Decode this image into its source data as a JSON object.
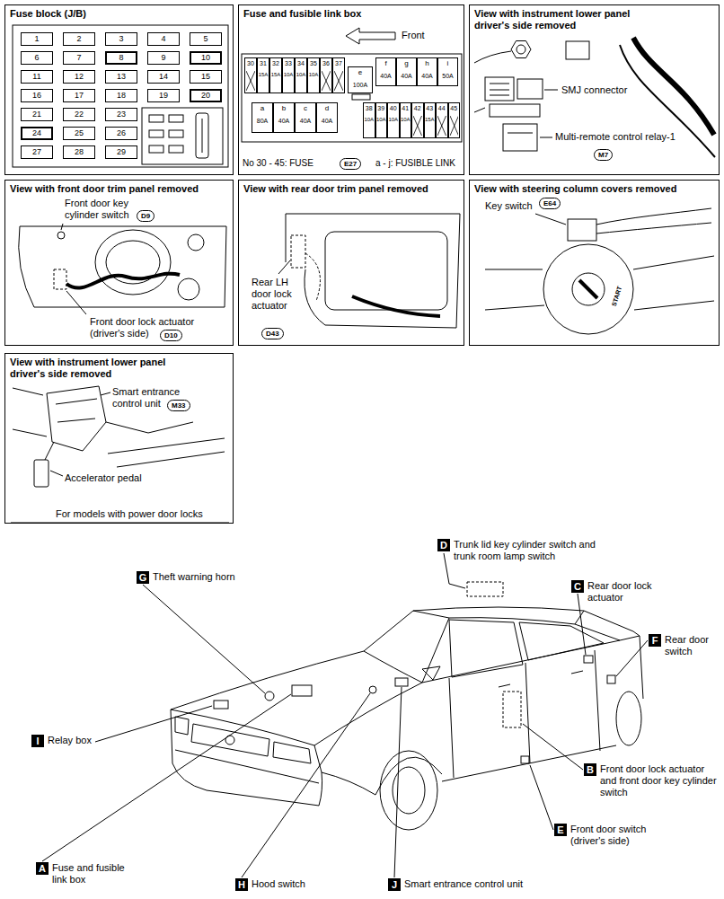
{
  "diagram": {
    "nodes": [
      {
        "text": [
          "Fuse block (J/B)"
        ]
      },
      {
        "text": [
          "1"
        ],
        "in": 0
      },
      {
        "text": [
          "2"
        ],
        "in": 0
      },
      {
        "text": [
          "3"
        ],
        "in": 0
      },
      {
        "text": [
          "4"
        ],
        "in": 0
      },
      {
        "text": [
          "5"
        ],
        "in": 0
      },
      {
        "text": [
          "6"
        ],
        "in": 0
      },
      {
        "text": [
          "7"
        ],
        "in": 0
      },
      {
        "text": [
          "8"
        ],
        "in": 0
      },
      {
        "text": [
          "9"
        ],
        "in": 0
      },
      {
        "text": [
          "10"
        ],
        "in": 0
      },
      {
        "text": [
          "11"
        ],
        "in": 0
      },
      {
        "text": [
          "12"
        ],
        "in": 0
      },
      {
        "text": [
          "13"
        ],
        "in": 0
      },
      {
        "text": [
          "14"
        ],
        "in": 0
      },
      {
        "text": [
          "15"
        ],
        "in": 0
      },
      {
        "text": [
          "16"
        ],
        "in": 0
      },
      {
        "text": [
          "17"
        ],
        "in": 0
      },
      {
        "text": [
          "18"
        ],
        "in": 0
      },
      {
        "text": [
          "19"
        ],
        "in": 0
      },
      {
        "text": [
          "20"
        ],
        "in": 0
      },
      {
        "text": [
          "21"
        ],
        "in": 0
      },
      {
        "text": [
          "22"
        ],
        "in": 0
      },
      {
        "text": [
          "23"
        ],
        "in": 0
      },
      {
        "text": [
          "24"
        ],
        "in": 0
      },
      {
        "text": [
          "25"
        ],
        "in": 0
      },
      {
        "text": [
          "26"
        ],
        "in": 0
      },
      {
        "text": [
          "27"
        ],
        "in": 0
      },
      {
        "text": [
          "28"
        ],
        "in": 0
      },
      {
        "text": [
          "29"
        ],
        "in": 0
      },
      {
        "text": [
          "Fuse and fusible link box"
        ]
      },
      {
        "text": [
          "30"
        ],
        "in": 30
      },
      {
        "text": [
          "31",
          "15A"
        ],
        "in": 30
      },
      {
        "text": [
          "32",
          "15A"
        ],
        "in": 30
      },
      {
        "text": [
          "33",
          "10A"
        ],
        "in": 30
      },
      {
        "text": [
          "34",
          "10A"
        ],
        "in": 30
      },
      {
        "text": [
          "35",
          "10A"
        ],
        "in": 30
      },
      {
        "text": [
          "36"
        ],
        "in": 30
      },
      {
        "text": [
          "37"
        ],
        "in": 30
      },
      {
        "text": [
          "e",
          "100A"
        ],
        "in": 30
      },
      {
        "text": [
          "f",
          "40A"
        ],
        "in": 30
      },
      {
        "text": [
          "g",
          "40A"
        ],
        "in": 30
      },
      {
        "text": [
          "h",
          "40A"
        ],
        "in": 30
      },
      {
        "text": [
          "i",
          "50A"
        ],
        "in": 30
      },
      {
        "text": [
          "a",
          "80A"
        ],
        "in": 30
      },
      {
        "text": [
          "b",
          "40A"
        ],
        "in": 30
      },
      {
        "text": [
          "c",
          "40A"
        ],
        "in": 30
      },
      {
        "text": [
          "d",
          "40A"
        ],
        "in": 30
      },
      {
        "text": [
          "38",
          "10A"
        ],
        "in": 30
      },
      {
        "text": [
          "39",
          "10A"
        ],
        "in": 30
      },
      {
        "text": [
          "40",
          "10A"
        ],
        "in": 30
      },
      {
        "text": [
          "41",
          "10A"
        ],
        "in": 30
      },
      {
        "text": [
          "42"
        ],
        "in": 30
      },
      {
        "text": [
          "43",
          "15A"
        ],
        "in": 30
      },
      {
        "text": [
          "44"
        ],
        "in": 30
      },
      {
        "text": [
          "45"
        ],
        "in": 30
      },
      {
        "text": [
          "E27"
        ],
        "in": 30
      },
      {
        "text": [
          "View with instrument lower panel driver's side removed"
        ]
      },
      {
        "text": [
          "M7"
        ],
        "in": 57
      },
      {
        "text": [
          "View with front door trim panel removed"
        ]
      },
      {
        "text": [
          "D9"
        ],
        "in": 59
      },
      {
        "text": [
          "D10"
        ],
        "in": 59
      },
      {
        "text": [
          "View with rear door trim panel removed"
        ]
      },
      {
        "text": [
          "D43"
        ],
        "in": 62
      },
      {
        "text": [
          "View with steering column covers removed"
        ]
      },
      {
        "text": [
          "E64"
        ],
        "in": 64
      },
      {
        "text": [
          "View with instrument lower panel driver's side removed"
        ]
      },
      {
        "text": [
          "M33"
        ],
        "in": 66
      },
      {
        "text": [
          "D",
          "Trunk lid key cylinder switch and trunk room lamp switch"
        ]
      },
      {
        "text": [
          "G",
          "Theft warning horn"
        ]
      },
      {
        "text": [
          "C",
          "Rear door lock actuator"
        ]
      },
      {
        "text": [
          "F",
          "Rear door switch"
        ]
      },
      {
        "text": [
          "I",
          "Relay box"
        ]
      },
      {
        "text": [
          "B",
          "Front door lock actuator and front door key cylinder switch"
        ]
      },
      {
        "text": [
          "E",
          "Front door switch (driver's side)"
        ]
      },
      {
        "text": [
          "A",
          "Fuse and fusible link box"
        ]
      },
      {
        "text": [
          "H",
          "Hood switch"
        ]
      },
      {
        "text": [
          "J",
          "Smart entrance control unit"
        ]
      }
    ],
    "labels": [
      "Front",
      "No 30 - 45: FUSE",
      "a - j: FUSIBLE LINK",
      "SMJ connector",
      "Multi-remote control relay-1",
      "Front door key cylinder switch",
      "Front door lock actuator (driver's side)",
      "Rear LH door lock actuator",
      "Key switch",
      "START",
      "Smart entrance control unit",
      "Accelerator pedal",
      "For models with power door locks"
    ]
  }
}
